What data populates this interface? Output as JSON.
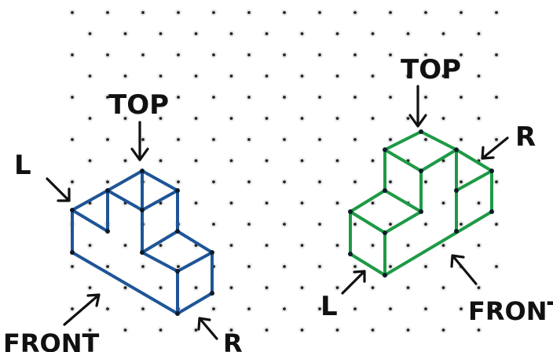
{
  "colors": {
    "background": "#ffffff",
    "dot": "#222222",
    "dot_halo": "#d9d9d9",
    "left_drawing": "#1f5597",
    "right_drawing": "#1e9a45",
    "ink": "#111111"
  },
  "left_drawing": {
    "labels": {
      "top": "TOP",
      "left": "L",
      "front": "FRONT",
      "right": "R"
    }
  },
  "right_drawing": {
    "labels": {
      "top": "TOP",
      "right": "R",
      "left": "L",
      "front": "FRONT"
    }
  }
}
